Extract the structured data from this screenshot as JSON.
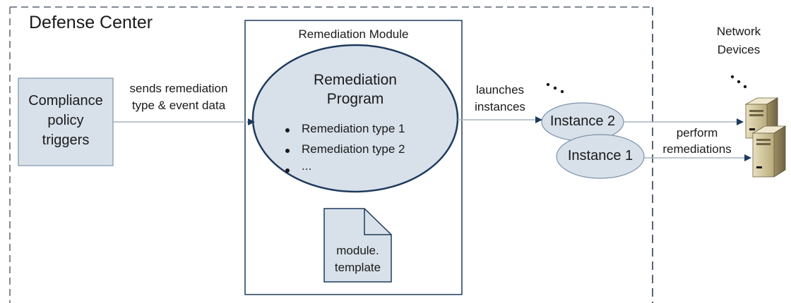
{
  "diagram": {
    "region_title": "Defense Center",
    "module_title": "Remediation Module",
    "trigger_box": [
      "Compliance",
      "policy",
      "triggers"
    ],
    "arrow_send_label": [
      "sends remediation",
      "type & event data"
    ],
    "program": {
      "title": [
        "Remediation",
        "Program"
      ],
      "items": [
        "Remediation type 1",
        "Remediation type 2",
        "..."
      ]
    },
    "template_file": [
      "module.",
      "template"
    ],
    "arrow_launch_label": [
      "launches",
      "instances"
    ],
    "instance_2": "Instance 2",
    "instance_1": "Instance 1",
    "arrow_perform_label": [
      "perform",
      "remediations"
    ],
    "devices_title": [
      "Network",
      "Devices"
    ],
    "colors": {
      "box_fill": "#d8e1ea",
      "stroke": "#1f3a5c",
      "dash": "#5a6470"
    }
  }
}
